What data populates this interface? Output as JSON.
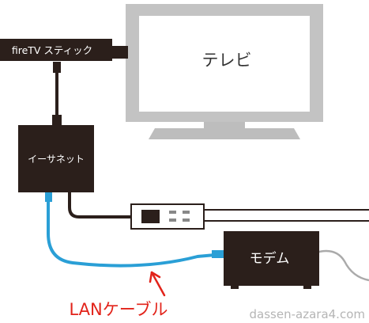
{
  "tv": {
    "label": "テレビ"
  },
  "firetv_stick": {
    "label": "fireTV スティック"
  },
  "ethernet_adapter": {
    "label": "イーサネット"
  },
  "modem": {
    "label": "モデム"
  },
  "lan_cable": {
    "label": "LANケーブル"
  },
  "watermark": {
    "text": "dassen-azara4.com"
  },
  "colors": {
    "device": "#2b1f1b",
    "tv_frame": "#c3c3c3",
    "lan_cable": "#2a9fd6",
    "power_cable": "#2b1f1b",
    "modem_cable": "#aaaaaa",
    "annotation_red": "#e2231a",
    "watermark": "#b5b5b5"
  }
}
